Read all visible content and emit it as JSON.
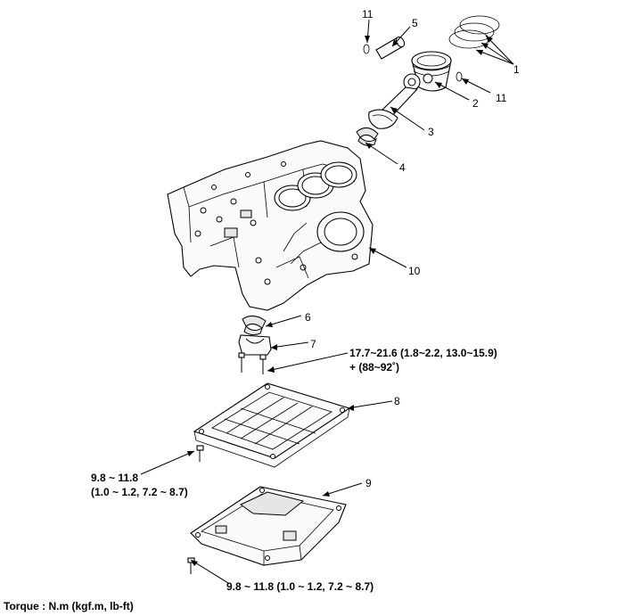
{
  "callouts": {
    "c1": "1",
    "c2": "2",
    "c3": "3",
    "c4": "4",
    "c5": "5",
    "c6": "6",
    "c7": "7",
    "c8": "8",
    "c9": "9",
    "c10": "10",
    "c11a": "11",
    "c11b": "11"
  },
  "torque_specs": {
    "main_bearing_line1": "17.7~21.6 (1.8~2.2, 13.0~15.9)",
    "main_bearing_line2": "+ (88~92˚)",
    "ladder_frame_line1": "9.8 ~ 11.8",
    "ladder_frame_line2": "(1.0 ~ 1.2, 7.2 ~ 8.7)",
    "oil_pan": "9.8 ~ 11.8 (1.0 ~ 1.2, 7.2 ~ 8.7)"
  },
  "footer": {
    "units": "Torque : N.m (kgf.m, lb-ft)"
  }
}
